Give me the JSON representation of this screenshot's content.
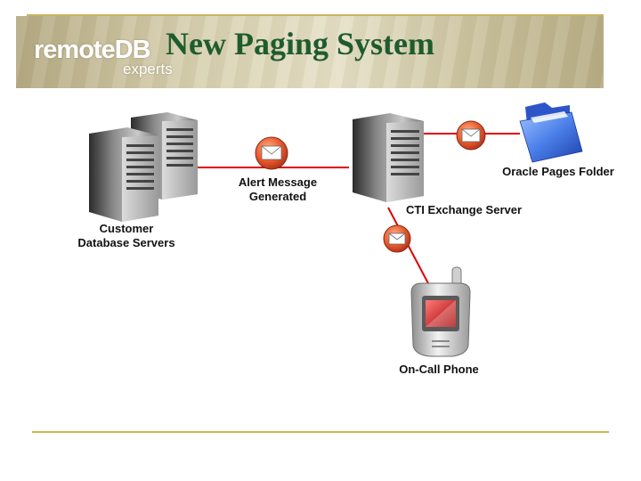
{
  "header": {
    "logo_main": "remoteDB",
    "logo_sub": "experts",
    "title": "New Paging System"
  },
  "nodes": {
    "customer_servers": "Customer\nDatabase Servers",
    "alert_message": "Alert Message\nGenerated",
    "cti_server": "CTI Exchange Server",
    "oracle_folder": "Oracle Pages Folder",
    "on_call_phone": "On-Call Phone"
  },
  "colors": {
    "title": "#1e5c2e",
    "connector": "#e00000",
    "rule": "#c9b45a",
    "envelope_badge": "#e8572a",
    "folder": "#4a7ee8"
  },
  "icons": [
    "server-icon",
    "envelope-icon",
    "folder-icon",
    "phone-icon"
  ]
}
